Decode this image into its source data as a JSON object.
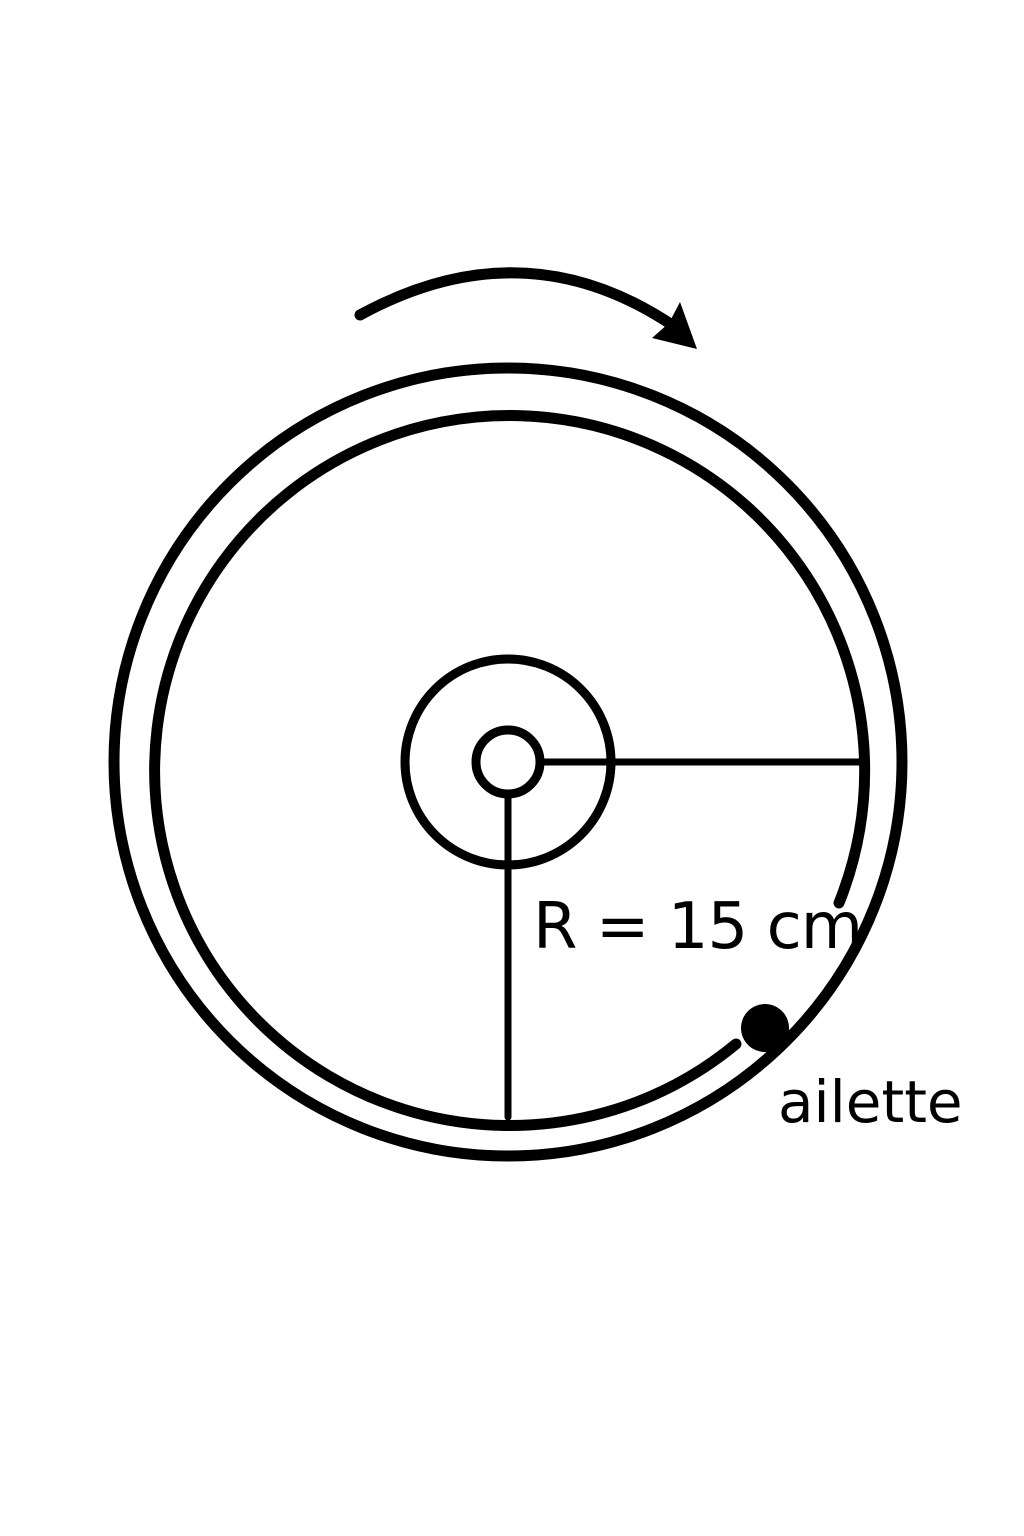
{
  "diagram": {
    "radius_label": "R = 15 cm",
    "fin_label": "ailette",
    "rotation_direction": "clockwise",
    "stroke_color": "#000000",
    "background_color": "#ffffff"
  }
}
